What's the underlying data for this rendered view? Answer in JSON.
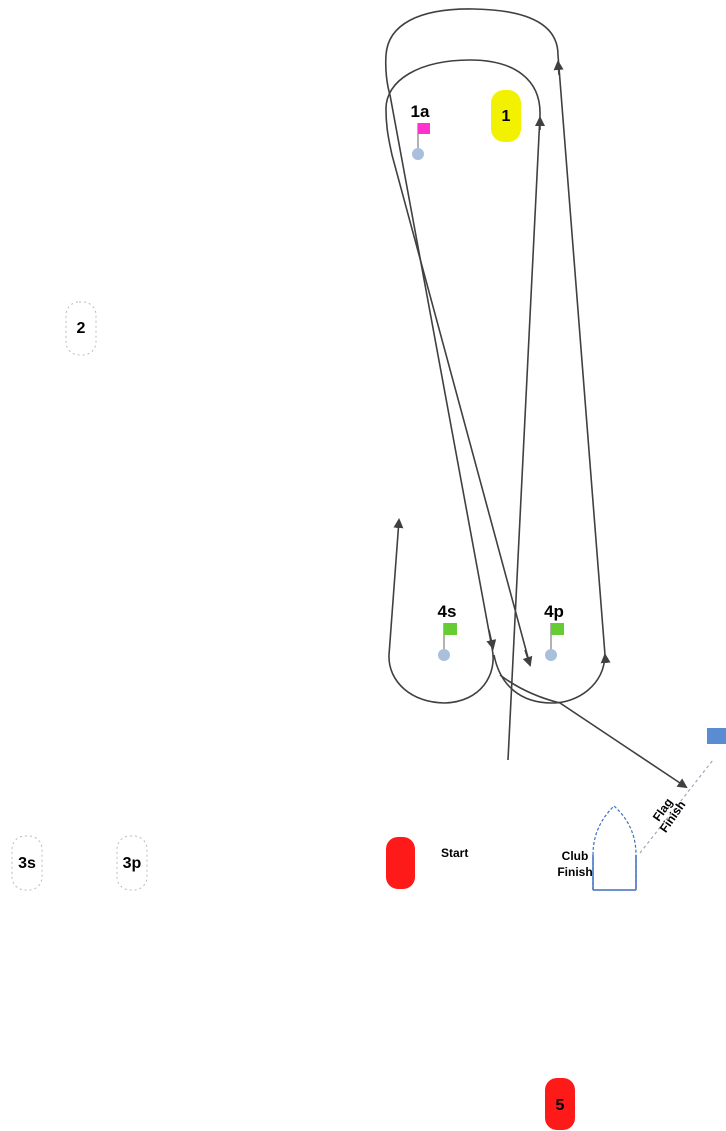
{
  "course": {
    "marks": {
      "mark_1": {
        "label": "1",
        "color": "#f2f200"
      },
      "mark_1a": {
        "label": "1a",
        "flag_color": "#ff33cc"
      },
      "mark_2": {
        "label": "2",
        "color": "#ffffff"
      },
      "mark_3s": {
        "label": "3s",
        "color": "#ffffff"
      },
      "mark_3p": {
        "label": "3p",
        "color": "#ffffff"
      },
      "mark_4s": {
        "label": "4s",
        "flag_color": "#66cc33"
      },
      "mark_4p": {
        "label": "4p",
        "flag_color": "#66cc33"
      },
      "mark_5": {
        "label": "5",
        "color": "#ff1a1a"
      },
      "start_mark": {
        "color": "#ff1a1a"
      }
    },
    "labels": {
      "start": "Start",
      "club_finish_1": "Club",
      "club_finish_2": "Finish",
      "flag_finish_1": "Flag",
      "flag_finish_2": "Finish"
    },
    "colors": {
      "course_line": "#404040",
      "buoy_dot": "#a9bfdc",
      "committee_boat": "#5b8bd0"
    }
  }
}
